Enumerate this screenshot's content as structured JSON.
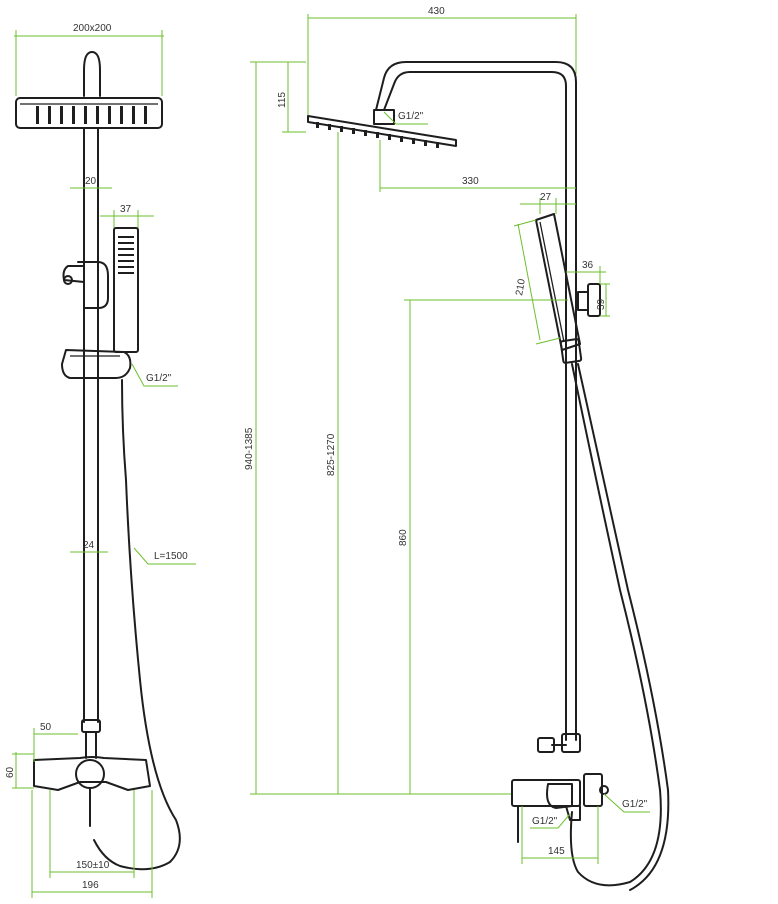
{
  "accent_color": "#6cbf2e",
  "line_color": "#1e1e1e",
  "left_view": {
    "head_size": "200x200",
    "pipe_diameter": "20",
    "handshower_width": "37",
    "connection_thread": "G1/2\"",
    "lower_pipe_diameter": "24",
    "hose_length": "L=1500",
    "valve_height": "50",
    "valve_depth": "60",
    "center_distance": "150±10",
    "total_width": "196"
  },
  "right_view": {
    "arm_length": "430",
    "head_drop": "115",
    "head_thread": "G1/2\"",
    "head_reach": "330",
    "handshower_offset": "27",
    "handshower_length": "210",
    "bracket_depth": "36",
    "bracket_height": "39",
    "total_height": "940-1385",
    "head_height": "825-1270",
    "holder_height": "860",
    "outlet_thread_right": "G1/2\"",
    "outlet_thread_left": "G1/2\"",
    "mixer_width": "145"
  }
}
